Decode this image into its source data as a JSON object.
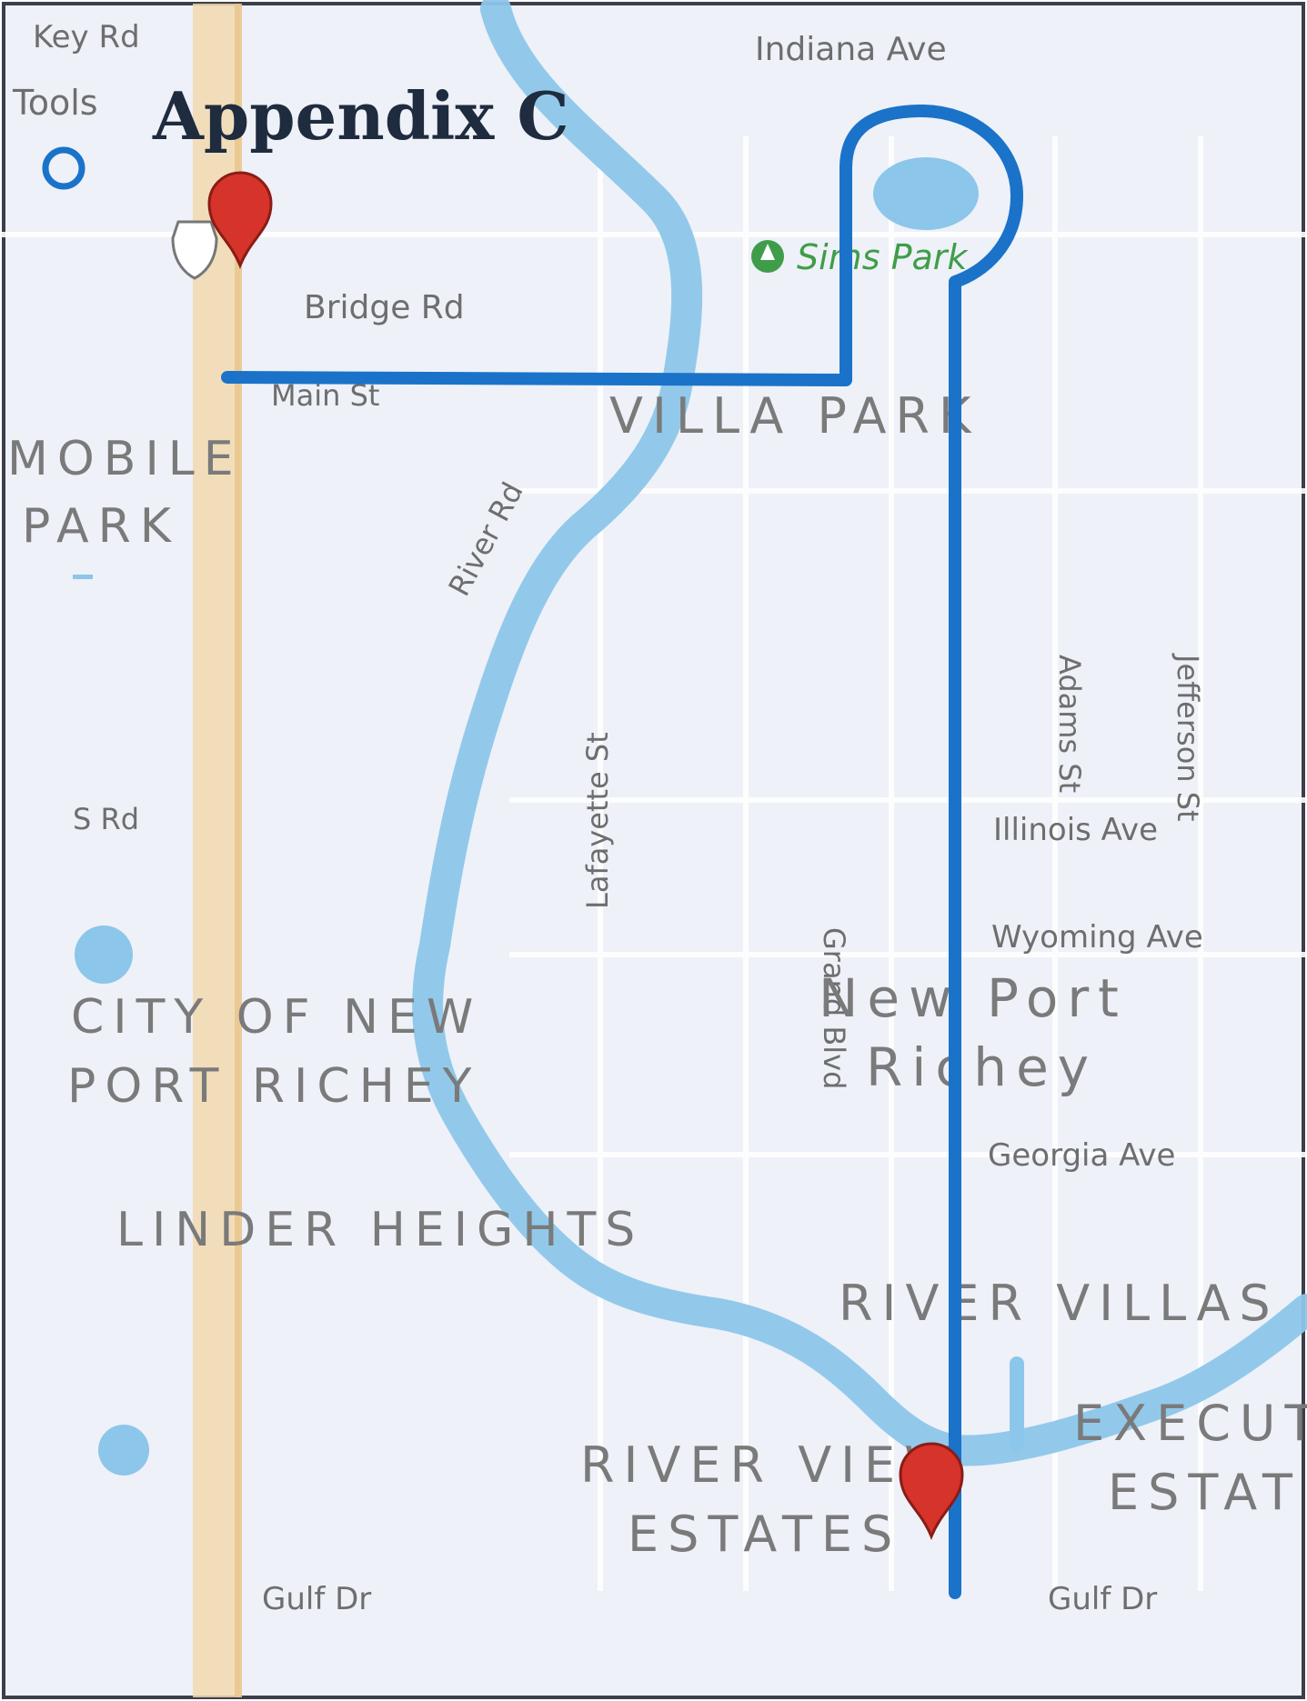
{
  "title": "Appendix C",
  "edge_labels": {
    "key_rd": "Key Rd",
    "tools": "Tools",
    "s_rd": "S Rd",
    "gulf_dr_left": "Gulf Dr",
    "gulf_dr_right": "Gulf Dr"
  },
  "streets": {
    "indiana_ave": "Indiana Ave",
    "bridge_rd": "Bridge Rd",
    "main_st": "Main St",
    "river_rd": "River Rd",
    "adams_st": "Adams St",
    "jefferson_st": "Jefferson St",
    "lafayette_st": "Lafayette St",
    "grand_blvd": "Grand Blvd",
    "illinois_ave": "Illinois Ave",
    "wyoming_ave": "Wyoming Ave",
    "georgia_ave": "Georgia Ave"
  },
  "poi": {
    "sims_park": "Sims Park"
  },
  "areas": {
    "villa_park": "VILLA PARK",
    "mobile_park_line1": "MOBILE",
    "mobile_park_line2": "PARK",
    "city_line1": "CITY OF NEW",
    "city_line2": "PORT RICHEY",
    "new_port_line1": "New Port",
    "new_port_line2": "Richey",
    "linder_heights": "LINDER HEIGHTS",
    "river_villas": "RIVER VILLAS",
    "executive_line1": "EXECUT",
    "executive_line2": "ESTAT",
    "river_view_line1": "RIVER VIEW",
    "river_view_line2": "ESTATES"
  },
  "colors": {
    "route": "#1a73c9",
    "river": "#8cc6ea",
    "marker": "#d6332a",
    "park": "#3f9d4a",
    "major_road": "#f2d9b0",
    "map_bg": "#eef1f8"
  }
}
